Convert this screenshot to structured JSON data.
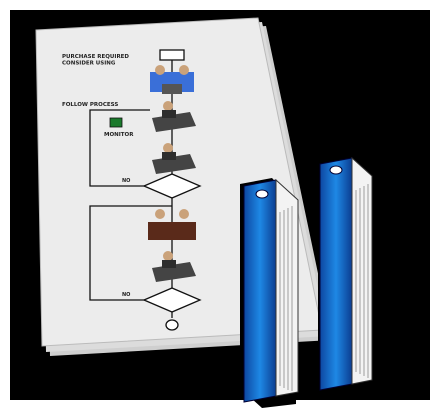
{
  "flowchart": {
    "start_label": "PURCHASE REQUIRED\nCONSIDER USING",
    "decision_label_1": "FOLLOW PROCESS",
    "monitor_label": "MONITOR",
    "branch_no_1": "NO",
    "branch_no_2": "NO"
  },
  "colors": {
    "background": "#000000",
    "page": "#e9e9e9",
    "binder_blue": "#1565c8",
    "line": "#111111"
  },
  "icons": [
    "document-page",
    "flowchart",
    "people-at-desk-icon",
    "binder-icon"
  ]
}
